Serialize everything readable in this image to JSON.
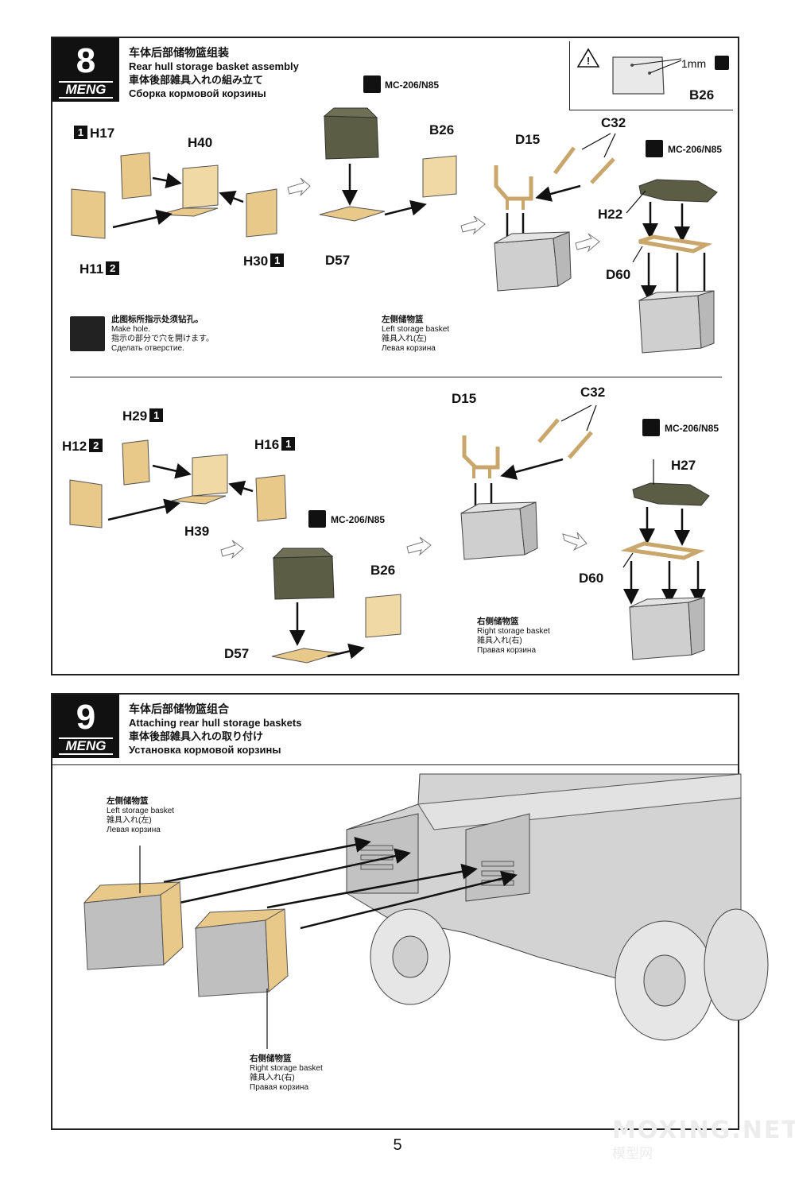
{
  "step8": {
    "number": "8",
    "brand": "MENG",
    "title_cn": "车体后部储物篮组装",
    "title_en": "Rear hull storage basket assembly",
    "title_jp": "車体後部雑具入れの組み立て",
    "title_ru": "Сборка кормовой корзины",
    "note": {
      "thickness": "1mm",
      "part": "B26"
    },
    "drill_note": {
      "cn": "此图标所指示处须钻孔。",
      "en": "Make hole.",
      "jp": "指示の部分で穴を開けます。",
      "ru": "Сделать отверстие."
    },
    "paint": "MC-206/N85",
    "left": {
      "parts": {
        "h17": "H17",
        "h40": "H40",
        "h11": "H11",
        "h30": "H30",
        "d57": "D57",
        "b26": "B26",
        "d15": "D15",
        "c32": "C32",
        "h22": "H22",
        "d60": "D60"
      },
      "sprue": {
        "h17": "1",
        "h11": "2",
        "h30": "1"
      },
      "caption": {
        "cn": "左侧储物篮",
        "en": "Left storage basket",
        "jp": "雑具入れ(左)",
        "ru": "Левая корзина"
      }
    },
    "right": {
      "parts": {
        "h29": "H29",
        "h12": "H12",
        "h16": "H16",
        "h39": "H39",
        "d57": "D57",
        "b26": "B26",
        "d15": "D15",
        "c32": "C32",
        "h27": "H27",
        "d60": "D60"
      },
      "sprue": {
        "h29": "1",
        "h12": "2",
        "h16": "1"
      },
      "caption": {
        "cn": "右侧储物篮",
        "en": "Right storage basket",
        "jp": "雑具入れ(右)",
        "ru": "Правая корзина"
      }
    }
  },
  "step9": {
    "number": "9",
    "brand": "MENG",
    "title_cn": "车体后部储物篮组合",
    "title_en": "Attaching rear hull storage baskets",
    "title_jp": "車体後部雑具入れの取り付け",
    "title_ru": "Установка кормовой корзины",
    "left_caption": {
      "cn": "左侧储物篮",
      "en": "Left storage basket",
      "jp": "雑具入れ(左)",
      "ru": "Левая корзина"
    },
    "right_caption": {
      "cn": "右侧储物篮",
      "en": "Right storage basket",
      "jp": "雑具入れ(右)",
      "ru": "Правая корзина"
    }
  },
  "footer": {
    "page_number": "5",
    "watermark": "MOXING.NET",
    "watermark_sub": "模型网"
  },
  "colors": {
    "tan": "#e8c98a",
    "olive": "#5b5d44",
    "grey": "#c9c9c9",
    "dark": "#111111"
  }
}
